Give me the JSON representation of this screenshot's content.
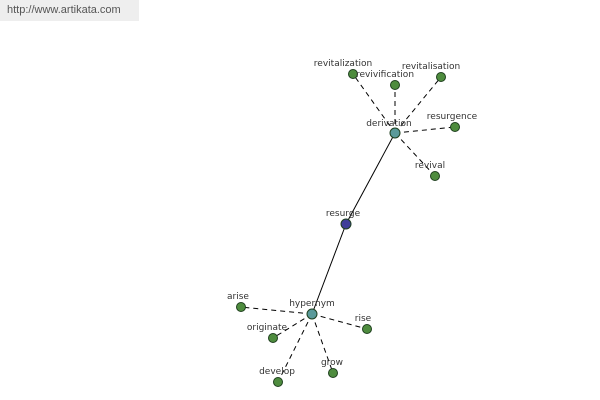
{
  "header": {
    "source_url": "http://www.artikata.com"
  },
  "colors": {
    "root_node": "#3f3f99",
    "hub_node": "#5a9a9a",
    "leaf_node": "#4e8c3e",
    "edge": "#000000"
  },
  "graph": {
    "root": {
      "id": "resurge",
      "label": "resurge"
    },
    "hubs": [
      {
        "id": "derivation",
        "label": "derivation",
        "children": [
          "revitalization",
          "revivification",
          "revitalisation",
          "resurgence",
          "revival"
        ]
      },
      {
        "id": "hypernym",
        "label": "hypernym",
        "children": [
          "arise",
          "originate",
          "develop",
          "grow",
          "rise"
        ]
      }
    ]
  }
}
